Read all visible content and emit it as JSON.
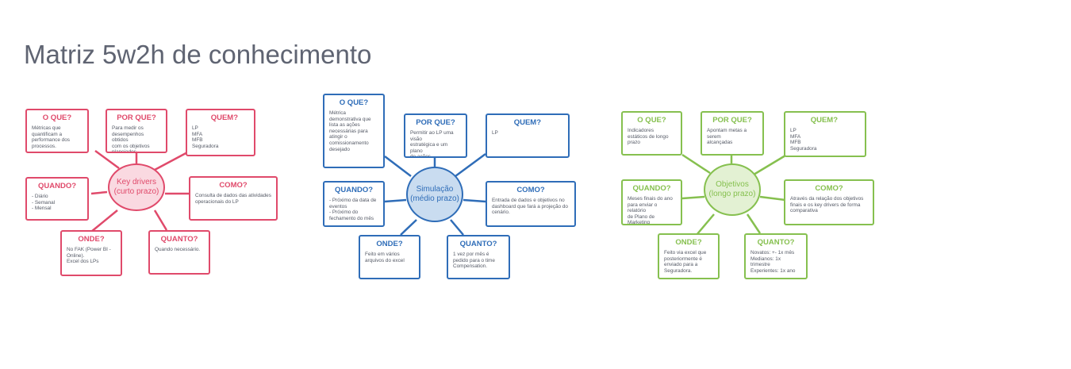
{
  "title": "Matriz 5w2h de conhecimento",
  "colors": {
    "pink": "#e04a6b",
    "blue": "#2f6db8",
    "green": "#86c04f",
    "title": "#5f6472"
  },
  "diagrams": [
    {
      "hub": "Key drivers\n(curto prazo)",
      "boxes": {
        "oque": {
          "head": "O QUE?",
          "body": "Métricas que\nquantificam a\nperformance dos\nprocessos."
        },
        "porque": {
          "head": "POR QUE?",
          "body": "Para medir os\ndesempenhos obtidos\ncom os objetivos\nplanejados"
        },
        "quem": {
          "head": "QUEM?",
          "body": "LP\nMFA\nMFB\nSeguradora"
        },
        "quando": {
          "head": "QUANDO?",
          "body": "- Diário\n- Semanal\n- Mensal"
        },
        "como": {
          "head": "COMO?",
          "body": "Consulta de dados das atividades\noperacionais do LP"
        },
        "onde": {
          "head": "ONDE?",
          "body": "No FAK (Power BI -\nOnline).\nExcel dos LPs"
        },
        "quanto": {
          "head": "QUANTO?",
          "body": "Quando necessário."
        }
      }
    },
    {
      "hub": "Simulação\n(médio prazo)",
      "boxes": {
        "oque": {
          "head": "O QUE?",
          "body": "Métrica\ndemonstrativa que\nlista as ações\nnecessárias para\natingir o\ncomissionamento\ndesejado"
        },
        "porque": {
          "head": "POR QUE?",
          "body": "Permitir ao LP uma visão\nestratégica e um plano\nde ações"
        },
        "quem": {
          "head": "QUEM?",
          "body": "LP"
        },
        "quando": {
          "head": "QUANDO?",
          "body": "- Próximo da data de\neventos\n- Próximo do\nfechamento do mês"
        },
        "como": {
          "head": "COMO?",
          "body": "Entrada de dados e objetivos no\ndashboard que fará a projeção do\ncenário."
        },
        "onde": {
          "head": "ONDE?",
          "body": "Feito em vários\narquivos do excel"
        },
        "quanto": {
          "head": "QUANTO?",
          "body": "1 vez por mês é\npedido para o time\nCompensation."
        }
      }
    },
    {
      "hub": "Objetivos\n(longo prazo)",
      "boxes": {
        "oque": {
          "head": "O QUE?",
          "body": "Indicadores\nestáticos de longo\nprazo"
        },
        "porque": {
          "head": "POR QUE?",
          "body": "Apontam metas a serem\nalcançadas"
        },
        "quem": {
          "head": "QUEM?",
          "body": "LP\nMFA\nMFB\nSeguradora"
        },
        "quando": {
          "head": "QUANDO?",
          "body": "Meses finais do ano\npara enviar o relatório\nde Plano de Marketing\ndo ano seguinte."
        },
        "como": {
          "head": "COMO?",
          "body": "Através da relação dos objetivos\nfinais e os key drivers de forma\ncomparativa"
        },
        "onde": {
          "head": "ONDE?",
          "body": "Feito via excel que\nposteriormente é\nenviado para a\nSeguradora."
        },
        "quanto": {
          "head": "QUANTO?",
          "body": "Novatos: +- 1x mês\nMedianos: 1x trimestre\nExperientes: 1x ano"
        }
      }
    }
  ]
}
